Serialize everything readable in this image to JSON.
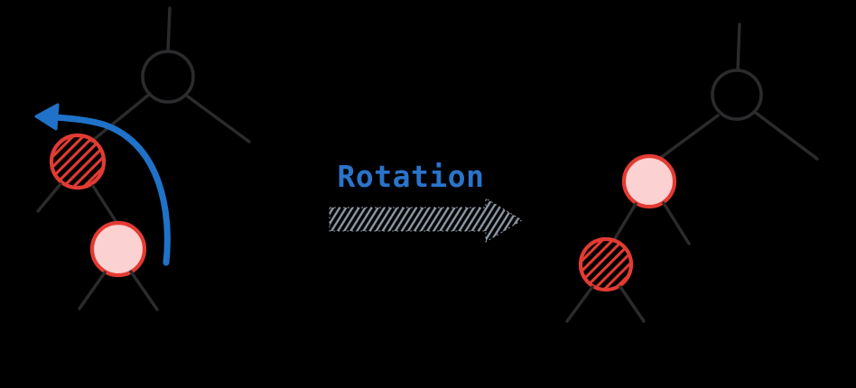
{
  "diagram": {
    "label_text": "Rotation",
    "type": "binary-tree-rotation",
    "before_tree": {
      "root": "plain-outline-node",
      "root_left_child": "red-hatched-node",
      "left_childs_right_child": "pink-filled-node",
      "rotation_hint": "curved blue arrow sweeping up and to the left"
    },
    "after_tree": {
      "root": "plain-outline-node",
      "root_left_child": "pink-filled-node",
      "left_childs_left_child": "red-hatched-node"
    },
    "icons": {
      "rotate_arrow": "curved-counterclockwise-arrow",
      "transition_arrow": "hatched-right-arrow"
    }
  },
  "colors": {
    "bg": "#000000",
    "tree-stroke": "#2b2b2e",
    "node-red": "#e23b33",
    "node-pink": "#fcd1d1",
    "arrow-blue": "#1f72c8",
    "label-blue": "#2a74ca",
    "hatch-gray": "#97a1ae"
  }
}
